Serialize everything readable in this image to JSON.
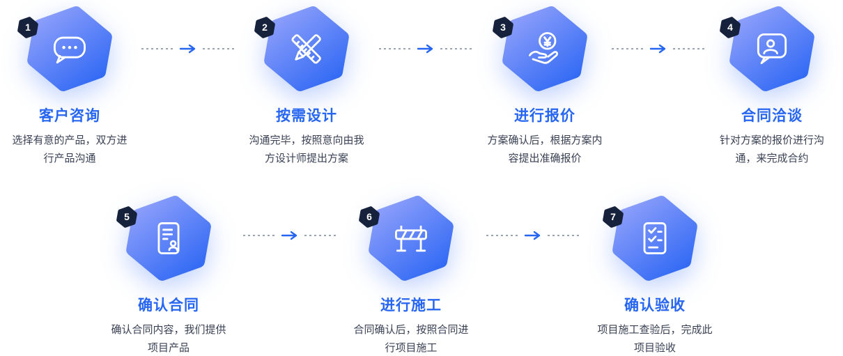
{
  "page": {
    "background": "#ffffff"
  },
  "colors": {
    "accent": "#2766F2",
    "hex_gradient_start": "#93A2FB",
    "hex_gradient_end": "#2B66F4",
    "badge_background": "#16223C",
    "title_text": "#2766F2",
    "description_text": "#3A4154",
    "connector_dash": "#9AA3B0",
    "icon_stroke": "#FFFFFF"
  },
  "flow": {
    "arrow_icon": "right-arrow-icon",
    "connector_style": "dashed"
  },
  "steps": [
    {
      "number": "1",
      "title": "客户咨询",
      "description": "选择有意的产品，双方进行产品沟通",
      "icon": "chat-bubble-icon"
    },
    {
      "number": "2",
      "title": "按需设计",
      "description": "沟通完毕，按照意向由我方设计师提出方案",
      "icon": "pencil-ruler-icon"
    },
    {
      "number": "3",
      "title": "进行报价",
      "description": "方案确认后，根据方案内容提出准确报价",
      "icon": "hand-coin-icon"
    },
    {
      "number": "4",
      "title": "合同洽谈",
      "description": "针对方案的报价进行沟通，来完成合约",
      "icon": "person-speech-bubble-icon"
    },
    {
      "number": "5",
      "title": "确认合同",
      "description": "确认合同内容，我们提供项目产品",
      "icon": "contract-document-icon"
    },
    {
      "number": "6",
      "title": "进行施工",
      "description": "合同确认后，按照合同进行项目施工",
      "icon": "construction-barrier-icon"
    },
    {
      "number": "7",
      "title": "确认验收",
      "description": "项目施工查验后，完成此项目验收",
      "icon": "checklist-document-icon"
    }
  ]
}
